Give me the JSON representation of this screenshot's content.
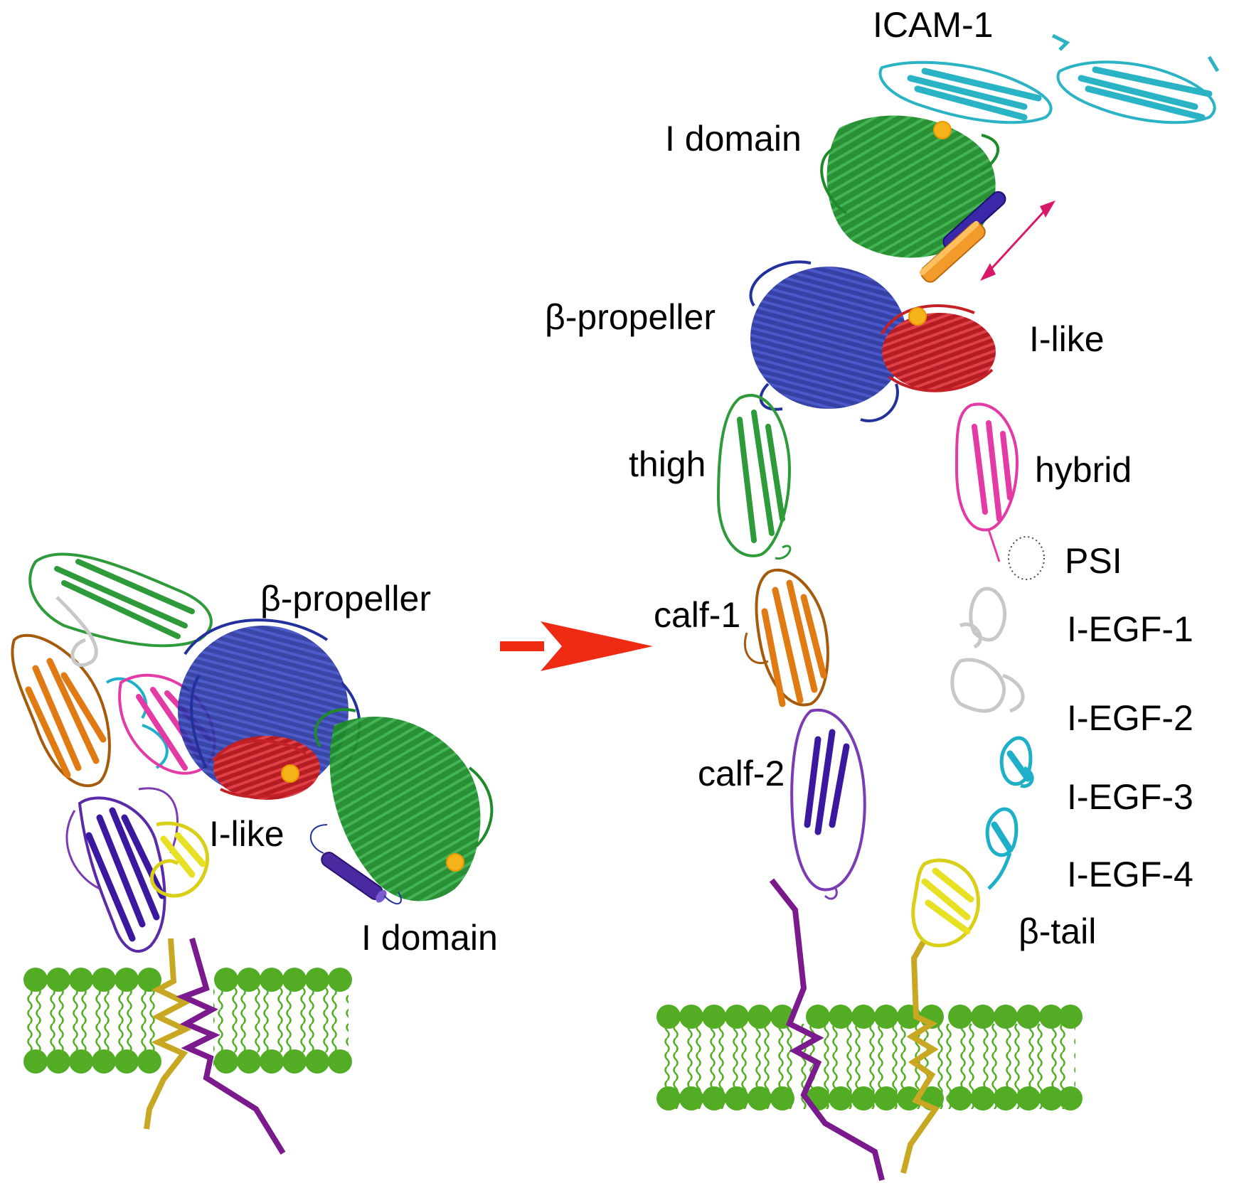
{
  "labels": {
    "left": {
      "beta_propeller": "β-propeller",
      "i_like": "I-like",
      "i_domain": "I domain"
    },
    "right": {
      "icam1": "ICAM-1",
      "i_domain": "I domain",
      "beta_propeller": "β-propeller",
      "i_like": "I-like",
      "thigh": "thigh",
      "hybrid": "hybrid",
      "psi": "PSI",
      "calf1": "calf-1",
      "iegf1": "I-EGF-1",
      "iegf2": "I-EGF-2",
      "calf2": "calf-2",
      "iegf3": "I-EGF-3",
      "iegf4": "I-EGF-4",
      "beta_tail": "β-tail"
    }
  },
  "colors": {
    "icam1": "#2ab3c4",
    "i_domain": "#1f8a2a",
    "beta_propeller": "#23319c",
    "i_like": "#c42127",
    "thigh": "#2e9a3a",
    "hybrid": "#e33aa6",
    "psi": "#555555",
    "calf1": "#e07a12",
    "calf2": "#7a3bb3",
    "iegf": "#c8c8c8",
    "iegf_cyan": "#1fb0c9",
    "beta_tail": "#e8e023",
    "membrane": "#52ad25",
    "alpha_tm": "#7a1a8c",
    "beta_tm": "#c8a822",
    "arrow": "#ee2a12",
    "pull_arrow": "#d8186a",
    "metal_ion": "#f5b21a"
  }
}
